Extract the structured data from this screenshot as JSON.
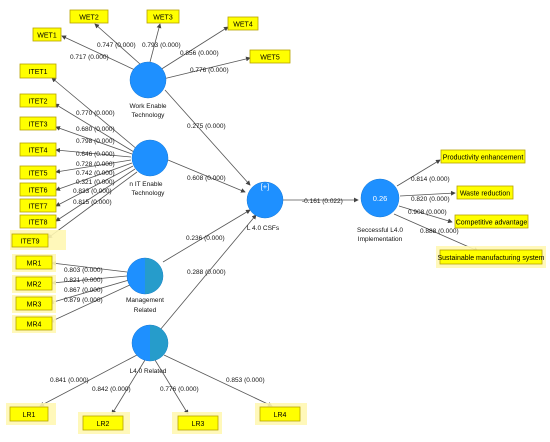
{
  "constructs": {
    "work_enable": {
      "label_line1": "Work Enable",
      "label_line2": "Technology"
    },
    "it_enable": {
      "label_line1": "n  IT Enable",
      "label_line2": "Technology"
    },
    "management": {
      "label_line1": "Management",
      "label_line2": "Related"
    },
    "l40_related": {
      "label_line1": "L4.0 Related",
      "label_line2": ""
    },
    "csfs": {
      "label_line1": "L 4.0 CSFs",
      "label_line2": "",
      "inner": "[+]"
    },
    "successful": {
      "label_line1": "Seccessful L4.0",
      "label_line2": "Implementation",
      "inner": "0.26"
    }
  },
  "indicators": {
    "WET1": "WET1",
    "WET2": "WET2",
    "WET3": "WET3",
    "WET4": "WET4",
    "WET5": "WET5",
    "ITET1": "ITET1",
    "ITET2": "ITET2",
    "ITET3": "ITET3",
    "ITET4": "ITET4",
    "ITET5": "ITET5",
    "ITET6": "ITET6",
    "ITET7": "ITET7",
    "ITET8": "ITET8",
    "ITET9": "ITET9",
    "MR1": "MR1",
    "MR2": "MR2",
    "MR3": "MR3",
    "MR4": "MR4",
    "LR1": "LR1",
    "LR2": "LR2",
    "LR3": "LR3",
    "LR4": "LR4",
    "PE": "Productivity enhancement",
    "WR": "Waste reduction",
    "CA": "Competitive advantage",
    "SMS": "Sustainable manufacturing system"
  },
  "loadings": {
    "WET1": "0.717 (0.000)",
    "WET2": "0.747 (0.000)",
    "WET3": "0.793 (0.000)",
    "WET4": "0.856 (0.000)",
    "WET5": "0.776 (0.000)",
    "ITET1": "0.770 (0.000)",
    "ITET2": "0.680 (0.000)",
    "ITET3": "0.798 (0.000)",
    "ITET4": "0.646 (0.000)",
    "ITET5": "0.728 (0.000)",
    "ITET6": "0.742 (0.000)",
    "ITET7": "0.321 (0.000)",
    "ITET8": "0.833 (0.000)",
    "ITET9": "0.815 (0.000)",
    "MR1": "0.803 (0.000)",
    "MR2": "0.821 (0.000)",
    "MR3": "0.867 (0.000)",
    "MR4": "0.879 (0.000)",
    "LR1": "0.841 (0.000)",
    "LR2": "0.842 (0.000)",
    "LR3": "0.776 (0.000)",
    "LR4": "0.853 (0.000)",
    "PE": "0.814 (0.000)",
    "WR": "0.820 (0.000)",
    "CA": "0.908 (0.000)",
    "SMS": "0.888 (0.000)"
  },
  "paths": {
    "work_to_csfs": "0.275 (0.000)",
    "it_to_csfs": "0.608 (0.000)",
    "mgmt_to_csfs": "0.236 (0.000)",
    "l40_to_csfs": "0.288 (0.000)",
    "csfs_to_success": "-0.161 (0.022)"
  },
  "colors": {
    "node": "#1e90ff",
    "indicator": "#ffff00"
  }
}
